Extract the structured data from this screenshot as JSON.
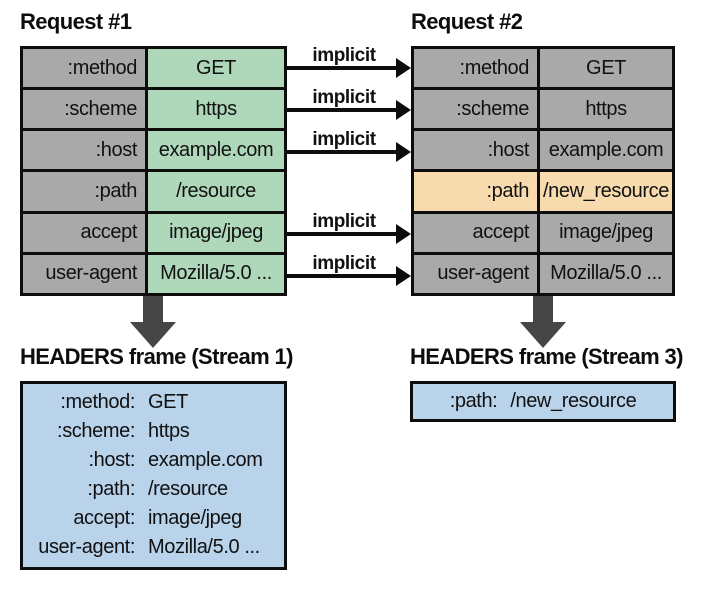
{
  "colors": {
    "gray": "#a9a9a9",
    "green": "#afd8bb",
    "orange": "#f7dbae",
    "blue": "#b8d3ea",
    "darrow": "#464646"
  },
  "request1": {
    "title": "Request #1",
    "rows": [
      {
        "name": ":method",
        "value": "GET"
      },
      {
        "name": ":scheme",
        "value": "https"
      },
      {
        "name": ":host",
        "value": "example.com"
      },
      {
        "name": ":path",
        "value": "/resource"
      },
      {
        "name": "accept",
        "value": "image/jpeg"
      },
      {
        "name": "user-agent",
        "value": "Mozilla/5.0 ..."
      }
    ]
  },
  "request2": {
    "title": "Request #2",
    "rows": [
      {
        "name": ":method",
        "value": "GET"
      },
      {
        "name": ":scheme",
        "value": "https"
      },
      {
        "name": ":host",
        "value": "example.com"
      },
      {
        "name": ":path",
        "value": "/new_resource",
        "highlighted": true
      },
      {
        "name": "accept",
        "value": "image/jpeg"
      },
      {
        "name": "user-agent",
        "value": "Mozilla/5.0 ..."
      }
    ]
  },
  "arrows": {
    "label": "implicit"
  },
  "frame1": {
    "title": "HEADERS frame (Stream 1)",
    "lines": [
      {
        "key": ":method:",
        "value": "GET"
      },
      {
        "key": ":scheme:",
        "value": "https"
      },
      {
        "key": ":host:",
        "value": "example.com"
      },
      {
        "key": ":path:",
        "value": "/resource"
      },
      {
        "key": "accept:",
        "value": "image/jpeg"
      },
      {
        "key": "user-agent:",
        "value": "Mozilla/5.0 ..."
      }
    ]
  },
  "frame3": {
    "title": "HEADERS frame (Stream 3)",
    "lines": [
      {
        "key": ":path:",
        "value": "/new_resource"
      }
    ]
  }
}
